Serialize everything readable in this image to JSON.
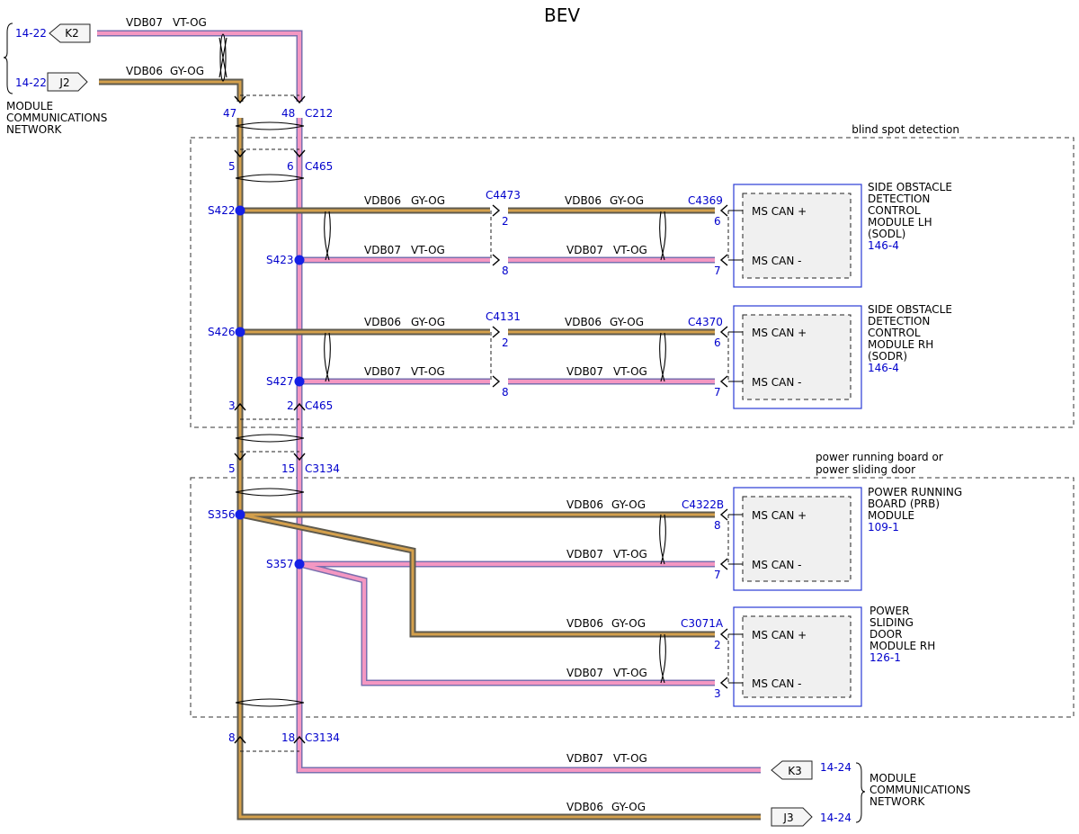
{
  "title": "BEV",
  "colors": {
    "gy_og_outer": "#5e5a4e",
    "gy_og_inner": "#d4a04c",
    "vt_og_outer": "#7a6fae",
    "vt_og_inner": "#f497c2",
    "splice": "#1420e6",
    "ref_text": "#0000cc"
  },
  "wires": {
    "vdb07": "VDB07",
    "vt_og": "VT-OG",
    "vdb06": "VDB06",
    "gy_og": "GY-OG"
  },
  "network_label": [
    "MODULE",
    "COMMUNICATIONS",
    "NETWORK"
  ],
  "top_refs": {
    "k2_page": "14-22",
    "k2": "K2",
    "j2_page": "14-22",
    "j2": "J2"
  },
  "bottom_refs": {
    "k3_page": "14-24",
    "k3": "K3",
    "j3_page": "14-24",
    "j3": "J3"
  },
  "connectors": {
    "c212": "C212",
    "c212_a": "47",
    "c212_b": "48",
    "c465": "C465",
    "c465_a": "5",
    "c465_b": "6",
    "c465_c": "3",
    "c465_d": "2",
    "c3134": "C3134",
    "c3134_a": "5",
    "c3134_b": "15",
    "c3134_c": "8",
    "c3134_d": "18",
    "c4473": "C4473",
    "c4473_a": "2",
    "c4473_b": "8",
    "c4131": "C4131",
    "c4131_a": "2",
    "c4131_b": "8",
    "c4369": "C4369",
    "c4369_a": "6",
    "c4369_b": "7",
    "c4370": "C4370",
    "c4370_a": "6",
    "c4370_b": "7",
    "c4322b": "C4322B",
    "c4322b_a": "8",
    "c4322b_b": "7",
    "c3071a": "C3071A",
    "c3071a_a": "2",
    "c3071a_b": "3"
  },
  "splices": {
    "s422": "S422",
    "s423": "S423",
    "s426": "S426",
    "s427": "S427",
    "s356": "S356",
    "s357": "S357"
  },
  "groups": {
    "blind_spot": "blind spot detection",
    "power_board": [
      "power running board or",
      "power sliding door"
    ]
  },
  "pins": {
    "can_plus": "MS CAN +",
    "can_minus": "MS CAN -"
  },
  "modules": {
    "sodl": {
      "lines": [
        "SIDE OBSTACLE",
        "DETECTION",
        "CONTROL",
        "MODULE LH",
        "(SODL)"
      ],
      "ref": "146-4"
    },
    "sodr": {
      "lines": [
        "SIDE OBSTACLE",
        "DETECTION",
        "CONTROL",
        "MODULE RH",
        "(SODR)"
      ],
      "ref": "146-4"
    },
    "prb": {
      "lines": [
        "POWER RUNNING",
        "BOARD (PRB)",
        "MODULE"
      ],
      "ref": "109-1"
    },
    "psd": {
      "lines": [
        "POWER",
        "SLIDING",
        "DOOR",
        "MODULE RH"
      ],
      "ref": "126-1"
    }
  }
}
